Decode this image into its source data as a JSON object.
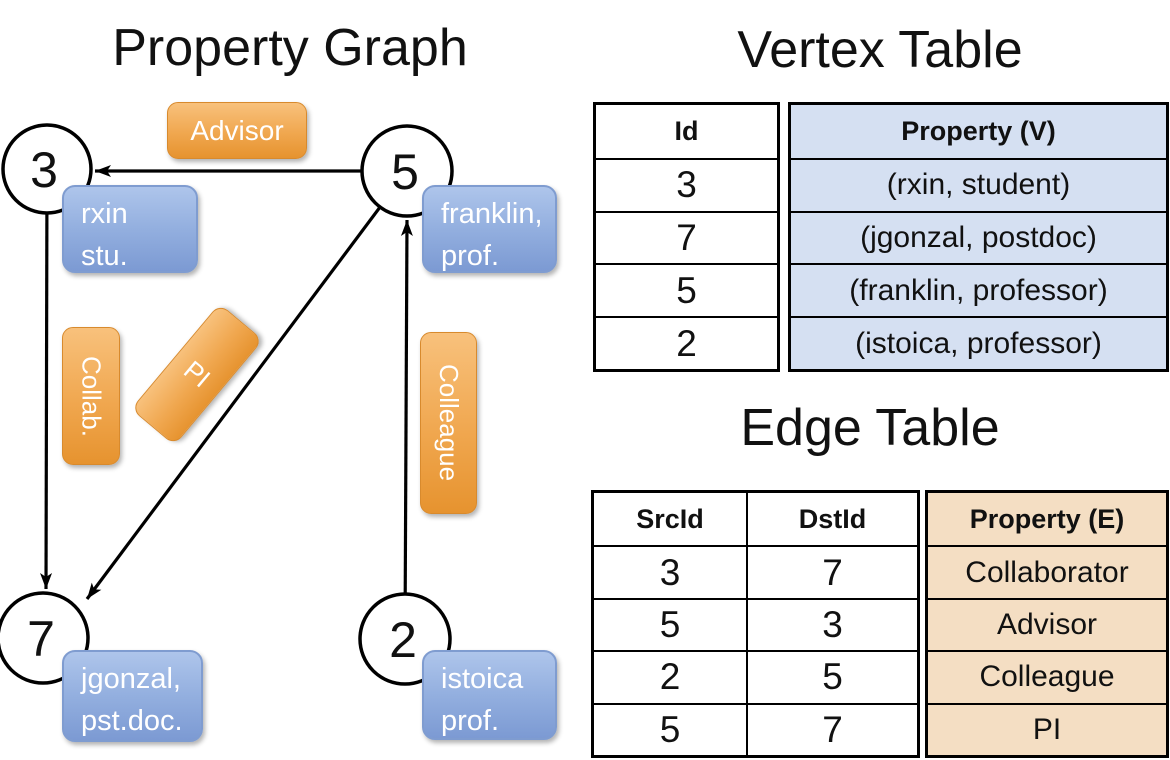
{
  "titles": {
    "graph": "Property Graph",
    "vertex_table": "Vertex Table",
    "edge_table": "Edge Table"
  },
  "graph": {
    "vertices": [
      {
        "id": "3",
        "label_lines": [
          "rxin",
          "stu."
        ]
      },
      {
        "id": "5",
        "label_lines": [
          "franklin,",
          "prof."
        ]
      },
      {
        "id": "7",
        "label_lines": [
          "jgonzal,",
          "pst.doc."
        ]
      },
      {
        "id": "2",
        "label_lines": [
          "istoica",
          "prof."
        ]
      }
    ],
    "edge_labels": [
      {
        "text": "Advisor",
        "orientation": "horizontal"
      },
      {
        "text": "Collab.",
        "orientation": "vertical"
      },
      {
        "text": "PI",
        "orientation": "rotated-diagonal"
      },
      {
        "text": "Colleague",
        "orientation": "vertical"
      }
    ],
    "edges": [
      {
        "src": "5",
        "dst": "3",
        "label": "Advisor"
      },
      {
        "src": "3",
        "dst": "7",
        "label": "Collab."
      },
      {
        "src": "5",
        "dst": "7",
        "label": "PI"
      },
      {
        "src": "2",
        "dst": "5",
        "label": "Colleague"
      }
    ]
  },
  "vertex_table": {
    "columns": [
      "Id",
      "Property (V)"
    ],
    "rows": [
      [
        "3",
        "(rxin, student)"
      ],
      [
        "7",
        "(jgonzal, postdoc)"
      ],
      [
        "5",
        "(franklin, professor)"
      ],
      [
        "2",
        "(istoica, professor)"
      ]
    ]
  },
  "edge_table": {
    "columns": [
      "SrcId",
      "DstId",
      "Property (E)"
    ],
    "rows": [
      [
        "3",
        "7",
        "Collaborator"
      ],
      [
        "5",
        "3",
        "Advisor"
      ],
      [
        "2",
        "5",
        "Colleague"
      ],
      [
        "5",
        "7",
        "PI"
      ]
    ]
  },
  "colors": {
    "edge_label_orange_top": "#f8c17c",
    "edge_label_orange_bottom": "#e6932f",
    "vertex_label_blue_top": "#aec5eb",
    "vertex_label_blue_bottom": "#7c9ad3",
    "vertex_property_fill": "#d5e0f2",
    "edge_property_fill": "#f4dec3",
    "line_color": "#000000",
    "text_on_labels": "#ffffff"
  }
}
